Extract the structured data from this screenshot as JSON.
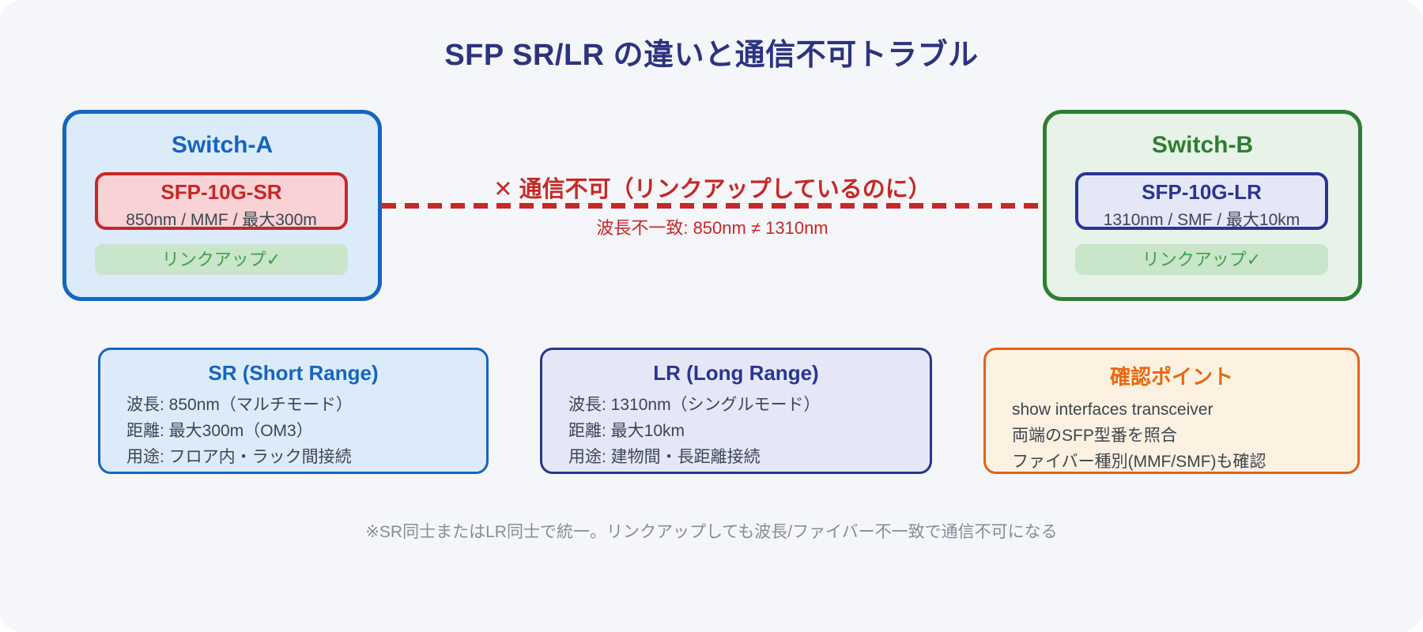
{
  "title": "SFP SR/LR の違いと通信不可トラブル",
  "switch_a": {
    "name": "Switch-A",
    "module_model": "SFP-10G-SR",
    "module_specs": "850nm / MMF / 最大300m",
    "linkup_text": "リンクアップ",
    "linkup_check": "✓"
  },
  "switch_b": {
    "name": "Switch-B",
    "module_model": "SFP-10G-LR",
    "module_specs": "1310nm / SMF / 最大10km",
    "linkup_text": "リンクアップ",
    "linkup_check": "✓"
  },
  "connection": {
    "error_icon": "✕",
    "error_text": "通信不可（リンクアップしているのに）",
    "mismatch_text": "波長不一致: 850nm ≠ 1310nm"
  },
  "cards": [
    {
      "title": "SR (Short Range)",
      "lines": [
        "波長: 850nm（マルチモード）",
        "距離: 最大300m（OM3）",
        "用途: フロア内・ラック間接続"
      ]
    },
    {
      "title": "LR (Long Range)",
      "lines": [
        "波長: 1310nm（シングルモード）",
        "距離: 最大10km",
        "用途: 建物間・長距離接続"
      ]
    },
    {
      "title": "確認ポイント",
      "lines": [
        "show interfaces transceiver",
        "両端のSFP型番を照合",
        "ファイバー種別(MMF/SMF)も確認"
      ]
    }
  ],
  "footnote": "※SR同士またはLR同士で統一。リンクアップしても波長/ファイバー不一致で通信不可になる",
  "colors": {
    "canvas_bg": "#f5f6f9",
    "title_navy": "#2c3480",
    "blue": "#1565c0",
    "blue_bg": "#dcebfa",
    "green": "#2e7d32",
    "green_bg": "#e7f3e8",
    "linkup_green": "#43a047",
    "linkup_bg": "#c9e5ca",
    "red": "#c62828",
    "red_bg": "#f9d2d6",
    "navy": "#283593",
    "navy_bg": "#e6e7f6",
    "orange": "#e8680f",
    "orange_border": "#e2611b",
    "orange_bg": "#fdf1e1",
    "body_text": "#3c4650",
    "footnote_gray": "#868d99"
  }
}
